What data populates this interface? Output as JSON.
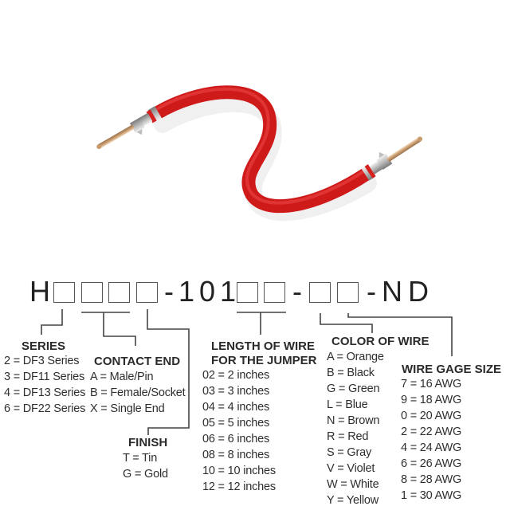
{
  "product_image": {
    "description": "Red jumper wire with crimped male pin contacts on both ends",
    "wire_color": "#d91e1e",
    "contact_color": "#c9a77a"
  },
  "part_number": {
    "prefix": "H",
    "middle": "-101",
    "separator": "-",
    "suffix": "-ND",
    "box_groups": [
      {
        "name": "series",
        "count": 1
      },
      {
        "name": "contact-end",
        "count": 2
      },
      {
        "name": "finish",
        "count": 1
      },
      {
        "name": "length",
        "count": 2
      },
      {
        "name": "color",
        "count": 1
      },
      {
        "name": "gage",
        "count": 1
      }
    ]
  },
  "sections": {
    "series": {
      "title": "SERIES",
      "items": [
        "2 = DF3 Series",
        "3 = DF11 Series",
        "4 = DF13 Series",
        "6 = DF22 Series"
      ]
    },
    "contact_end": {
      "title": "CONTACT END",
      "items": [
        "A = Male/Pin",
        "B = Female/Socket",
        "X = Single End"
      ]
    },
    "finish": {
      "title": "FINISH",
      "items": [
        "T = Tin",
        "G = Gold"
      ]
    },
    "length": {
      "title_line1": "LENGTH OF WIRE",
      "title_line2": "FOR THE JUMPER",
      "items": [
        "02 = 2 inches",
        "03 = 3 inches",
        "04 = 4 inches",
        "05 = 5 inches",
        "06 = 6 inches",
        "08 = 8 inches",
        "10 = 10 inches",
        "12 = 12 inches"
      ]
    },
    "color": {
      "title": "COLOR OF WIRE",
      "items": [
        "A = Orange",
        "B = Black",
        "G = Green",
        "L = Blue",
        "N = Brown",
        "R = Red",
        "S = Gray",
        "V = Violet",
        "W = White",
        "Y = Yellow"
      ]
    },
    "gage": {
      "title": "WIRE GAGE SIZE",
      "items": [
        "7 = 16 AWG",
        "9 = 18 AWG",
        "0 = 20 AWG",
        "2 = 22 AWG",
        "4 = 24 AWG",
        "6 = 26 AWG",
        "8 = 28 AWG",
        "1 = 30 AWG"
      ]
    }
  }
}
